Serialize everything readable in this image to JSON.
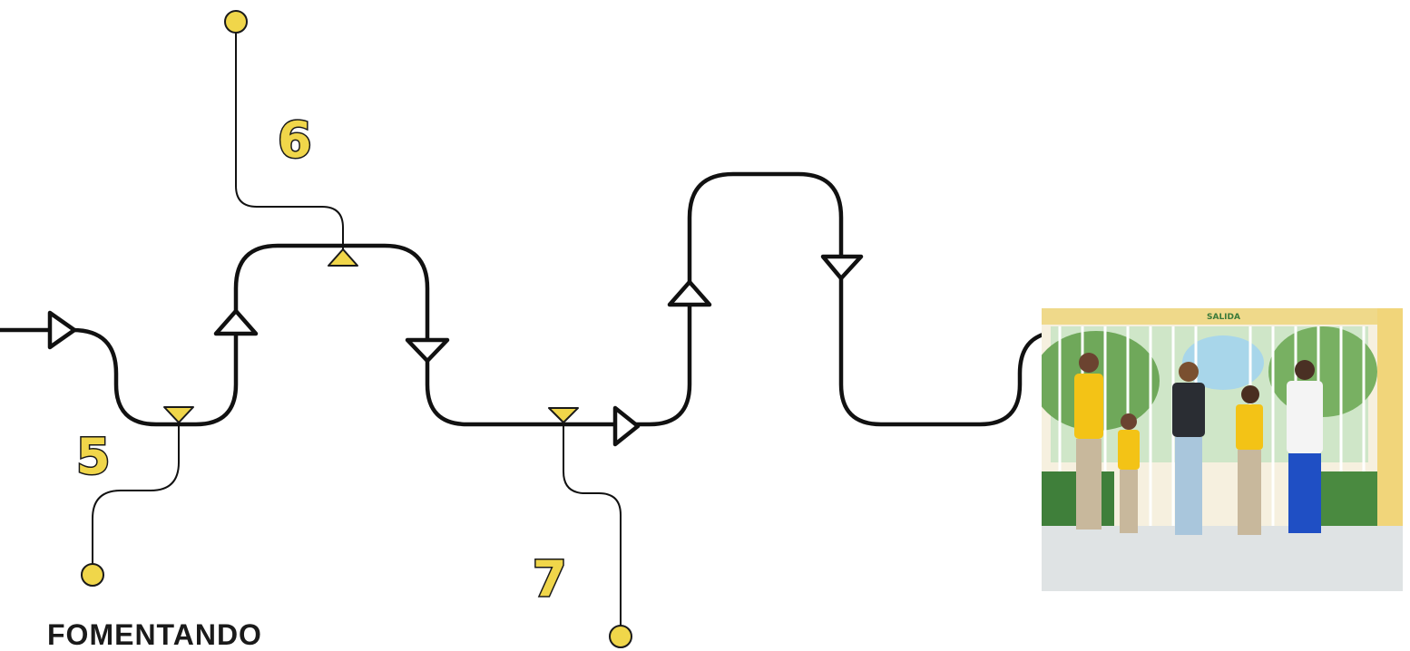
{
  "colors": {
    "accent": "#f0d64a",
    "line": "#111111",
    "outline": "#1a1a1a",
    "background": "#ffffff"
  },
  "steps": [
    {
      "number": "5"
    },
    {
      "number": "6"
    },
    {
      "number": "7"
    }
  ],
  "photo": {
    "sign": "SALIDA",
    "subject": "family-photo"
  },
  "heading": "FOMENTANDO"
}
